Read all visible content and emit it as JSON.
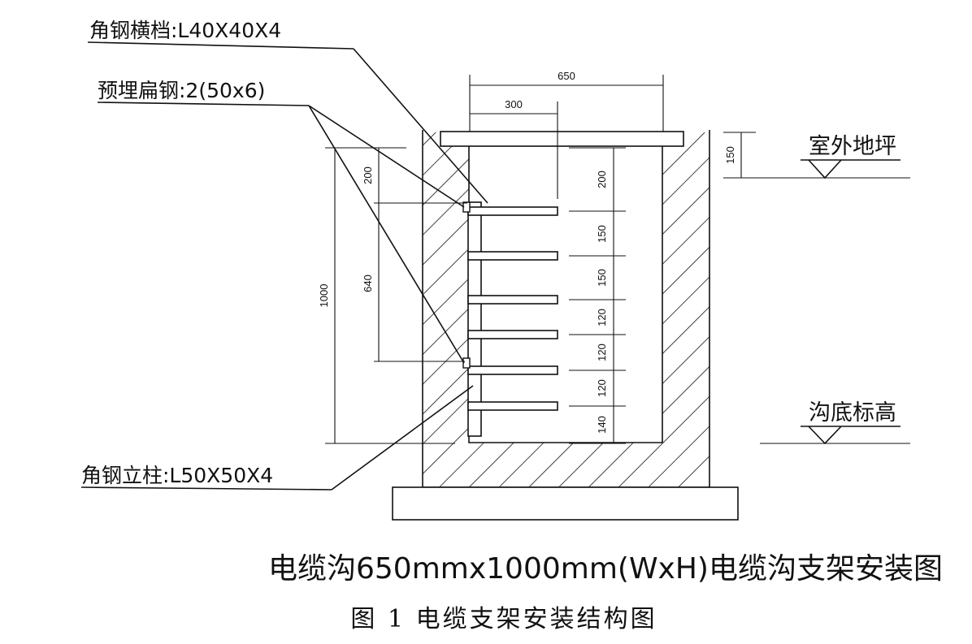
{
  "labels": {
    "crossbar": "角钢横档:L40X40X4",
    "flat_steel": "预埋扁钢:2(50x6)",
    "column": "角钢立柱:L50X50X4",
    "outdoor_grade": "室外地坪",
    "trench_bottom": "沟底标高"
  },
  "dimensions": {
    "width_total": "650",
    "width_arm": "300",
    "depth_total": "1000",
    "top_offset": "200",
    "span": "640",
    "cover": "150",
    "right_top": "200",
    "spacings": [
      "150",
      "150",
      "120",
      "120",
      "120",
      "140"
    ]
  },
  "caption": {
    "main": "电缆沟650mmx1000mm(WxH)电缆沟支架安装图",
    "figure": "图 1  电缆支架安装结构图"
  }
}
